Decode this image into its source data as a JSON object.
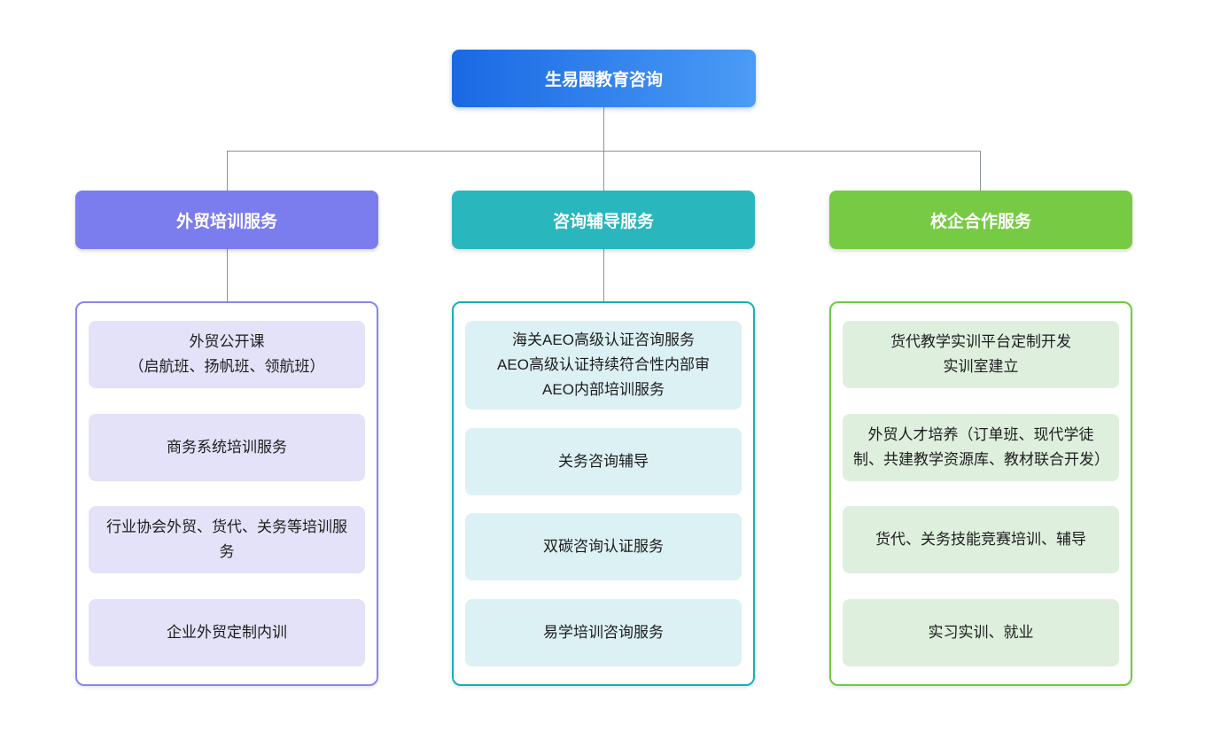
{
  "root": {
    "title": "生易圈教育咨询",
    "gradient": "linear-gradient(90deg, #1a69e4, #4b9bf6)"
  },
  "connector_color": "#8b9399",
  "columns": [
    {
      "header": "外贸培训服务",
      "header_color": "#7b7cee",
      "border_color": "#8686ef",
      "item_bg": "#e4e2f8",
      "items": [
        "外贸公开课\n（启航班、扬帆班、领航班）",
        "商务系统培训服务",
        "行业协会外贸、货代、关务等培训服务",
        "企业外贸定制内训"
      ]
    },
    {
      "header": "咨询辅导服务",
      "header_color": "#29b6bd",
      "border_color": "#13b1ba",
      "item_bg": "#dcf1f3",
      "items": [
        "海关AEO高级认证咨询服务\nAEO高级认证持续符合性内部审\nAEO内部培训服务",
        "关务咨询辅导",
        "双碳咨询认证服务",
        "易学培训咨询服务"
      ]
    },
    {
      "header": "校企合作服务",
      "header_color": "#77ca43",
      "border_color": "#6fcb3e",
      "item_bg": "#def0dd",
      "items": [
        "货代教学实训平台定制开发\n实训室建立",
        "外贸人才培养（订单班、现代学徒制、共建教学资源库、教材联合开发）",
        "货代、关务技能竞赛培训、辅导",
        "实习实训、就业"
      ]
    }
  ]
}
